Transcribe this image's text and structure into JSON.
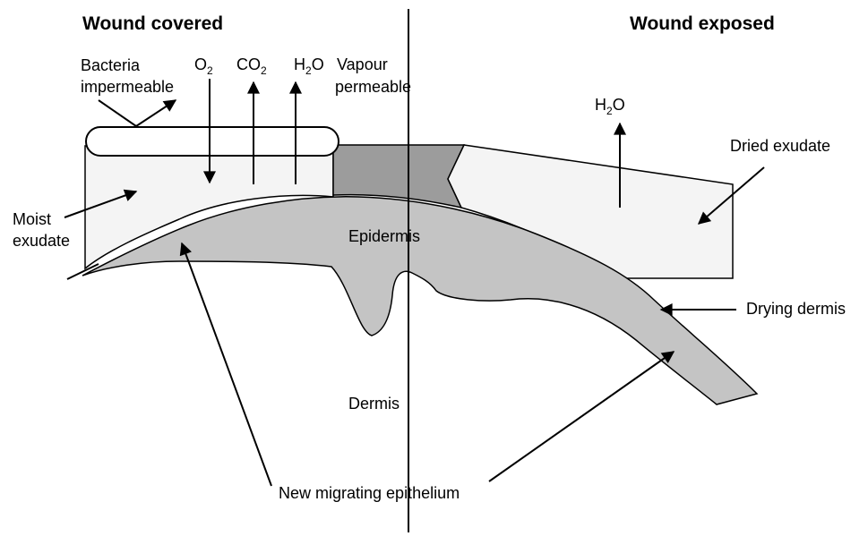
{
  "diagram": {
    "left_title": "Wound covered",
    "right_title": "Wound exposed",
    "labels": {
      "bacteria": "Bacteria",
      "impermeable": "impermeable",
      "vapour": "Vapour",
      "permeable": "permeable",
      "moist": "Moist",
      "exudate": "exudate",
      "dried_exudate": "Dried exudate",
      "epidermis": "Epidermis",
      "dermis": "Dermis",
      "drying_dermis": "Drying dermis",
      "new_epithelium": "New migrating epithelium"
    },
    "gases": {
      "o2": {
        "base": "O",
        "sub": "2"
      },
      "co2": {
        "base": "CO",
        "sub": "2"
      },
      "h2o_left": {
        "base": "H",
        "sub": "2",
        "tail": "O"
      },
      "h2o_right": {
        "base": "H",
        "sub": "2",
        "tail": "O"
      }
    },
    "colors": {
      "tissue": "#c4c4c4",
      "scab": "#9c9c9c",
      "exudate": "#f4f4f4",
      "outline": "#000000"
    }
  }
}
